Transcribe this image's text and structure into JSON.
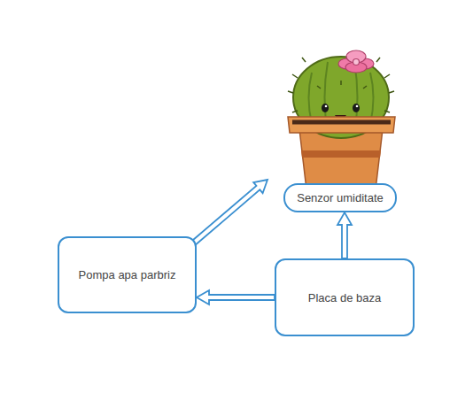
{
  "diagram": {
    "nodes": [
      {
        "text": [
          "Senzor umiditate"
        ]
      },
      {
        "text": [
          "Pompa apa parbriz"
        ]
      },
      {
        "text": [
          "Placa de baza"
        ]
      }
    ],
    "edges": [
      {
        "from": 2,
        "to": 0,
        "arrow": "to"
      },
      {
        "from": 2,
        "to": 1,
        "arrow": "to"
      }
    ]
  }
}
